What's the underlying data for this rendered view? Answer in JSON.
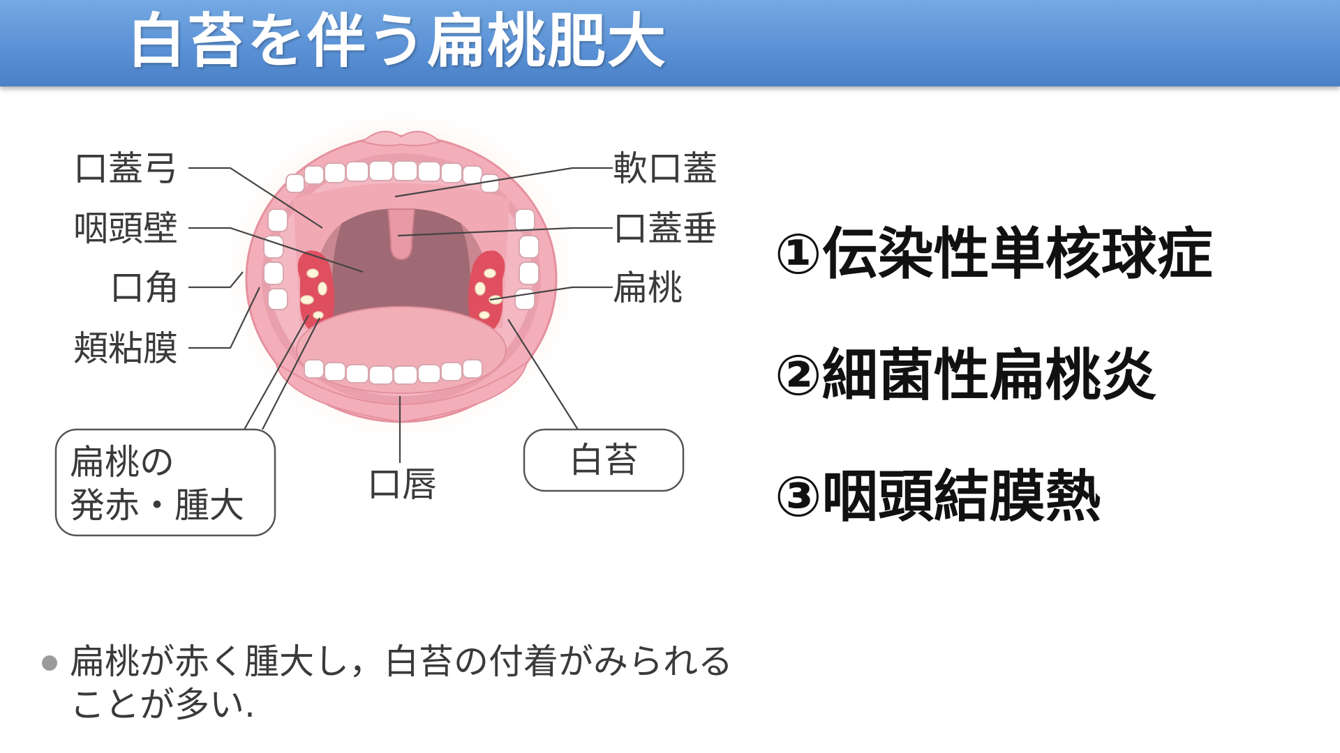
{
  "slide": {
    "title": "白苔を伴う扁桃肥大"
  },
  "diagram": {
    "labels": {
      "palatal_arch": "口蓋弓",
      "pharyngeal_wall": "咽頭壁",
      "mouth_corner": "口角",
      "buccal_mucosa": "頬粘膜",
      "soft_palate": "軟口蓋",
      "uvula": "口蓋垂",
      "tonsil": "扁桃",
      "lip": "口唇"
    },
    "callouts": {
      "redness_line1": "扁桃の",
      "redness_line2": "発赤・腫大",
      "white_coating": "白苔"
    },
    "colors": {
      "lip": "#f3aeb9",
      "cavity": "#a06a74",
      "tongue": "#f2aeb7",
      "tonsil_red": "#df4f5f",
      "white_patch": "#fff6dc"
    }
  },
  "causes": [
    {
      "number": "①",
      "name": "伝染性単核球症"
    },
    {
      "number": "②",
      "name": "細菌性扁桃炎"
    },
    {
      "number": "③",
      "name": "咽頭結膜熱"
    }
  ],
  "caption": {
    "line1": "扁桃が赤く腫大し，白苔の付着がみられる",
    "line2": "ことが多い."
  }
}
